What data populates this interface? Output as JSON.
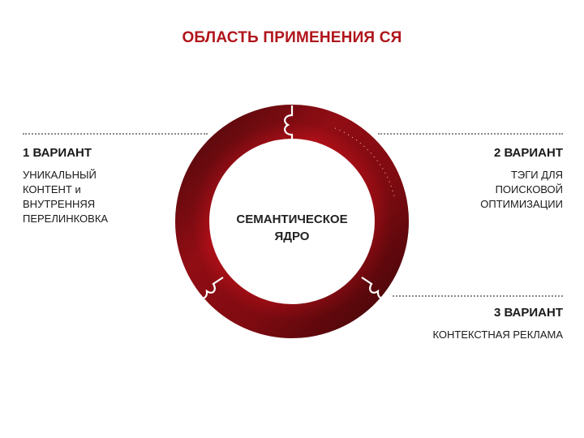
{
  "title": "ОБЛАСТЬ ПРИМЕНЕНИЯ СЯ",
  "center_label": [
    "СЕМАНТИЧЕСКОЕ",
    "ЯДРО"
  ],
  "variants": [
    {
      "title": "1 ВАРИАНТ",
      "lines": [
        "УНИКАЛЬНЫЙ",
        "КОНТЕНТ и",
        "ВНУТРЕННЯЯ",
        "ПЕРЕЛИНКОВКА"
      ]
    },
    {
      "title": "2 ВАРИАНТ",
      "lines": [
        "ТЭГИ ДЛЯ",
        "ПОИСКОВОЙ",
        "ОПТИМИЗАЦИИ"
      ]
    },
    {
      "title": "3 ВАРИАНТ",
      "lines": [
        "КОНТЕКСТНАЯ РЕКЛАМА"
      ]
    }
  ],
  "colors": {
    "title": "#b0141b",
    "ring_light": "#d0101a",
    "ring_dark": "#5e0a0e"
  }
}
